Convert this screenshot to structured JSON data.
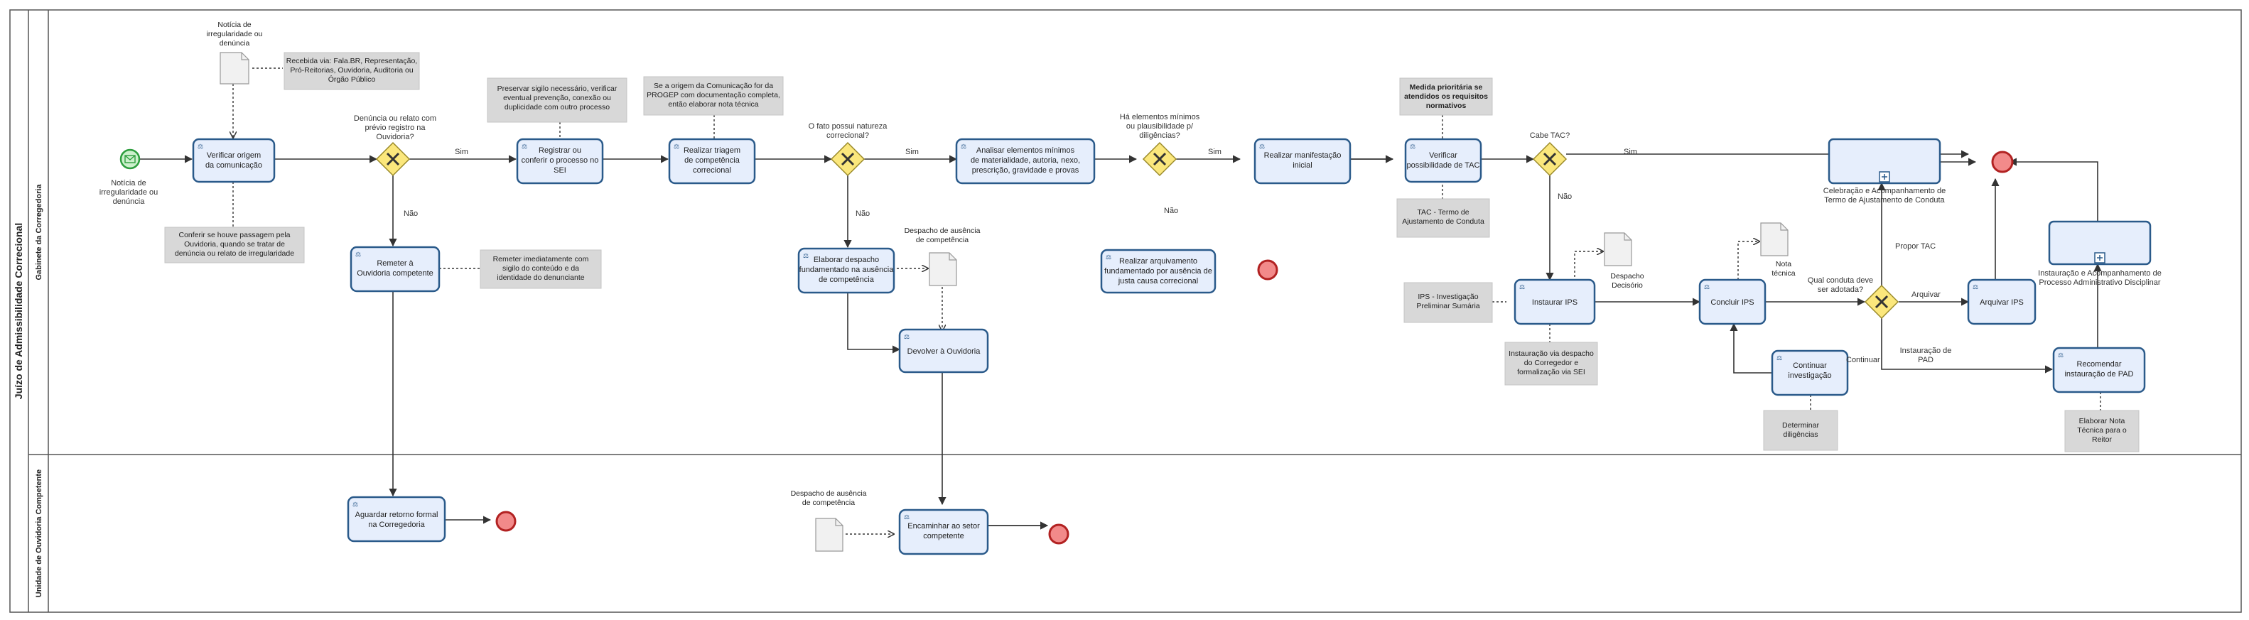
{
  "pool": {
    "title": "Juízo de Admissibilidade Correcional"
  },
  "lanes": {
    "top": "Gabinete da Corregedoria",
    "bottom": "Unidade de Ouvidoria Competente"
  },
  "start_event": {
    "label": [
      "Notícia de",
      "irregularidade ou",
      "denúncia"
    ]
  },
  "tasks": {
    "verificar_origem": [
      "Verificar origem",
      "da comunicação"
    ],
    "remeter_ouvidoria": [
      "Remeter à",
      "Ouvidoria competente"
    ],
    "aguardar_retorno": [
      "Aguardar retorno formal",
      "na Corregedoria"
    ],
    "registrar": [
      "Registrar ou",
      "conferir o processo no",
      "SEI"
    ],
    "triagem": [
      "Realizar triagem",
      "de competência",
      "correcional"
    ],
    "elaborar_despacho": [
      "Elaborar despacho",
      "fundamentado na ausência",
      "de competência"
    ],
    "devolver_ouvidoria": [
      "Devolver à Ouvidoria"
    ],
    "encaminhar_setor": [
      "Encaminhar ao setor",
      "competente"
    ],
    "analisar": [
      "Analisar elementos mínimos",
      "de materialidade, autoria, nexo,",
      "prescrição, gravidade e provas"
    ],
    "arquivamento": [
      "Realizar arquivamento",
      "fundamentado por ausência de",
      "justa causa correcional"
    ],
    "manifestacao": [
      "Realizar manifestação",
      "inicial"
    ],
    "verificar_tac": [
      "Verificar",
      "possibilidade de TAC"
    ],
    "instaurar_ips": [
      "Instaurar IPS"
    ],
    "concluir_ips": [
      "Concluir IPS"
    ],
    "continuar_investigacao": [
      "Continuar",
      "investigação"
    ],
    "arquivar_ips": [
      "Arquivar IPS"
    ],
    "recomendar_pad": [
      "Recomendar",
      "instauração de PAD"
    ]
  },
  "subprocesses": {
    "tac": [
      "Celebração e Acompanhamento de",
      "Termo de Ajustamento de Conduta"
    ],
    "pad": [
      "Instauração e Acompanhamento de",
      "Processo Administrativo Disciplinar"
    ]
  },
  "gateways": {
    "g1": [
      "Denúncia ou relato com",
      "prévio registro na",
      "Ouvidoria?"
    ],
    "g2": [
      "O fato possui natureza",
      "correcional?"
    ],
    "g3": [
      "Há elementos mínimos",
      "ou plausibilidade p/",
      "diligências?"
    ],
    "g4": [
      "Cabe TAC?"
    ],
    "g5": [
      "Qual conduta deve",
      "ser adotada?"
    ]
  },
  "flow_labels": {
    "sim1": "Sim",
    "nao1": "Não",
    "sim2": "Sim",
    "nao2": "Não",
    "sim3": "Sim",
    "nao3": "Não",
    "sim4": "Sim",
    "nao4": "Não",
    "propor_tac": "Propor TAC",
    "arquivar": "Arquivar",
    "instauracao_pad": [
      "Instauração de",
      "PAD"
    ],
    "continuar": "Continuar"
  },
  "annotations": {
    "recebida_via": [
      "Recebida via: Fala.BR, Representação,",
      "Pró-Reitorias, Ouvidoria, Auditoria ou",
      "Órgão Público"
    ],
    "conferir_passagem": [
      "Conferir se houve passagem pela",
      "Ouvidoria, quando se tratar de",
      "denúncia ou relato de irregularidade"
    ],
    "remeter_sigilo": [
      "Remeter imediatamente com",
      "sigilo do conteúdo e da",
      "identidade do denunciante"
    ],
    "preservar_sigilo": [
      "Preservar sigilo necessário, verificar",
      "eventual prevenção, conexão ou",
      "duplicidade com outro processo"
    ],
    "se_origem": [
      "Se a origem da Comunicação for da",
      "PROGEP com documentação completa,",
      "então elaborar nota técnica"
    ],
    "medida_prioritaria": [
      "Medida prioritária se",
      "atendidos os requisitos",
      "normativos"
    ],
    "tac_termo": [
      "TAC - Termo de",
      "Ajustamento de Conduta"
    ],
    "ips_investigacao": [
      "IPS - Investigação",
      "Preliminar Sumária"
    ],
    "instauracao_via": [
      "Instauração via despacho",
      "do Corregedor e",
      "formalização via SEI"
    ],
    "determinar": [
      "Determinar",
      "diligências"
    ],
    "elaborar_nota": [
      "Elaborar Nota",
      "Técnica para o",
      "Reitor"
    ]
  },
  "documents": {
    "noticia": [
      "Notícia de",
      "irregularidade ou",
      "denúncia"
    ],
    "despacho_ausencia_1": [
      "Despacho de ausência",
      "de competência"
    ],
    "despacho_ausencia_2": [
      "Despacho de ausência",
      "de competência"
    ],
    "despacho_decisorio": [
      "Despacho",
      "Decisório"
    ],
    "nota_tecnica": [
      "Nota",
      "técnica"
    ]
  },
  "colors": {
    "task_fill": "#e6eefc",
    "task_stroke": "#2a5a8a",
    "gateway_fill": "#fbe77c",
    "end_fill": "#f28a8a",
    "start_fill": "#ccf0cc",
    "annotation_fill": "#d8d8d8"
  }
}
